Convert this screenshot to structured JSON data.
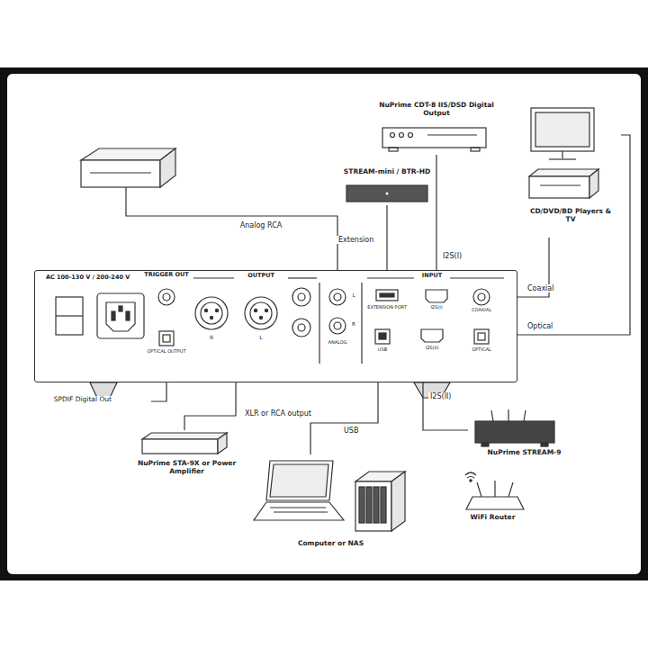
{
  "diagram": {
    "nodes": [
      {
        "text": [
          "AC 100-130 V / 200-240 V"
        ]
      },
      {
        "text": [
          "NuPrime CDT-8 IIS/DSD Digital Output"
        ]
      },
      {
        "text": [
          "STREAM-mini / BTR-HD"
        ]
      },
      {
        "text": [
          "CD/DVD/BD Players & TV"
        ]
      },
      {
        "text": [
          "NuPrime STA-9X or Power Amplifier"
        ]
      },
      {
        "text": [
          "NuPrime STREAM-9"
        ]
      },
      {
        "text": [
          "WiFi Router"
        ]
      },
      {
        "text": [
          "Computer or NAS"
        ]
      }
    ],
    "edges": [
      {
        "from": 1,
        "to": 0,
        "label": "I2S(I)",
        "arrow": "none"
      },
      {
        "from": 2,
        "to": 0,
        "label": "Extension",
        "arrow": "none"
      },
      {
        "from": 3,
        "to": 0,
        "label": "Coaxial",
        "arrow": "none"
      },
      {
        "from": 3,
        "to": 0,
        "label": "Optical",
        "arrow": "none"
      },
      {
        "from": 0,
        "to": 4,
        "label": "XLR or RCA output",
        "arrow": "none"
      },
      {
        "from": 5,
        "to": 0,
        "label": "I2S(II)",
        "arrow": "none"
      },
      {
        "from": 7,
        "to": 0,
        "label": "USB",
        "arrow": "none"
      }
    ],
    "labels": [
      "Analog RCA",
      "SPDIF Digital Out",
      "TRIGGER OUT",
      "OPTICAL OUTPUT",
      "OUTPUT",
      "R",
      "L",
      "L",
      "R",
      "ANALOG",
      "INPUT",
      "EXTENSION PORT",
      "I2S(I)",
      "USB",
      "I2S(II)",
      "COAXIAL",
      "OPTICAL"
    ]
  }
}
